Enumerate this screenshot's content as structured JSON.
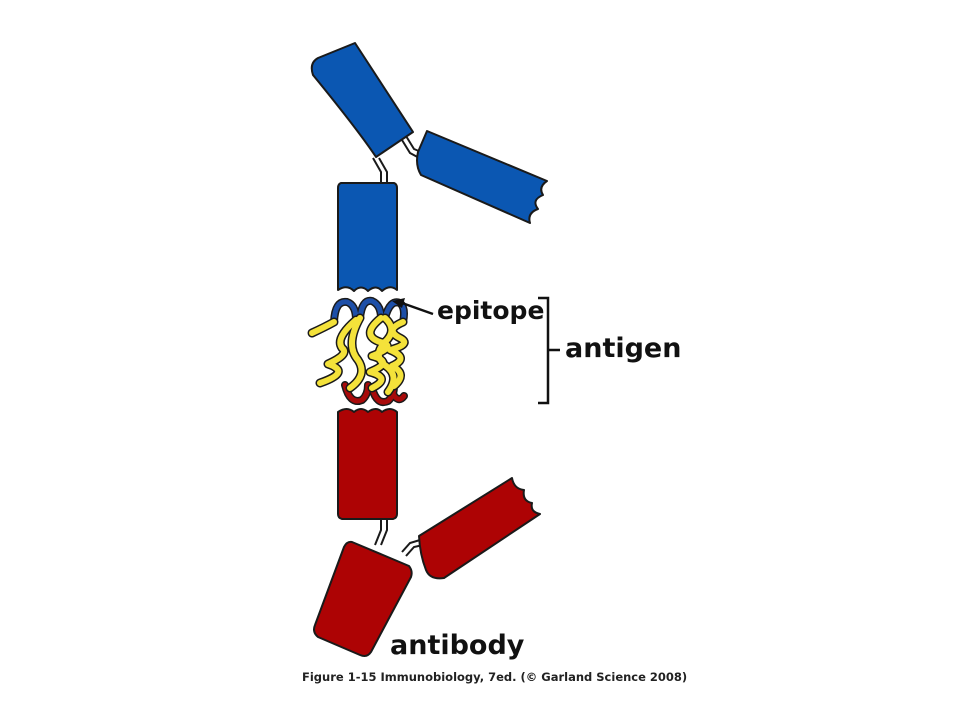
{
  "labels": {
    "epitope": "epitope",
    "antigen": "antigen",
    "antibody": "antibody"
  },
  "caption": "Figure 1-15  Immunobiology, 7ed. (© Garland Science 2008)",
  "colors": {
    "blue_antibody": "#0b57b2",
    "red_antibody": "#ad0304",
    "antigen_yellow": "#f4e23a",
    "antigen_blue_loop": "#1d4fa8",
    "antigen_red_loop": "#a80a0a",
    "outline": "#1a1a1a"
  }
}
